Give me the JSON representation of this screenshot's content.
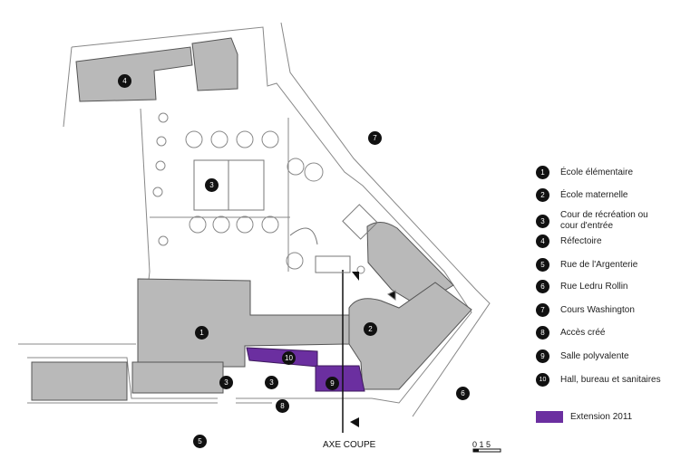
{
  "legend": [
    {
      "num": "1",
      "label": "École élémentaire"
    },
    {
      "num": "2",
      "label": "École maternelle"
    },
    {
      "num": "3",
      "label": "Cour de récréation ou cour d'entrée"
    },
    {
      "num": "4",
      "label": "Réfectoire"
    },
    {
      "num": "5",
      "label": "Rue de l'Argenterie"
    },
    {
      "num": "6",
      "label": "Rue Ledru Rollin"
    },
    {
      "num": "7",
      "label": "Cours Washington"
    },
    {
      "num": "8",
      "label": "Accès créé"
    },
    {
      "num": "9",
      "label": "Salle polyvalente"
    },
    {
      "num": "10",
      "label": "Hall, bureau et sanitaires"
    }
  ],
  "extension": {
    "label": "Extension 2011",
    "color": "#6b2fa0"
  },
  "cut_label": "AXE COUPE",
  "scale_label": "0 1     5",
  "markers": {
    "m1": "1",
    "m2": "2",
    "m3a": "3",
    "m3b": "3",
    "m3c": "3",
    "m4": "4",
    "m5": "5",
    "m6": "6",
    "m7": "7",
    "m8": "8",
    "m9": "9",
    "m10": "10"
  },
  "colors": {
    "building": "#b9b9b9",
    "line": "#555555",
    "extension": "#6b2fa0"
  }
}
